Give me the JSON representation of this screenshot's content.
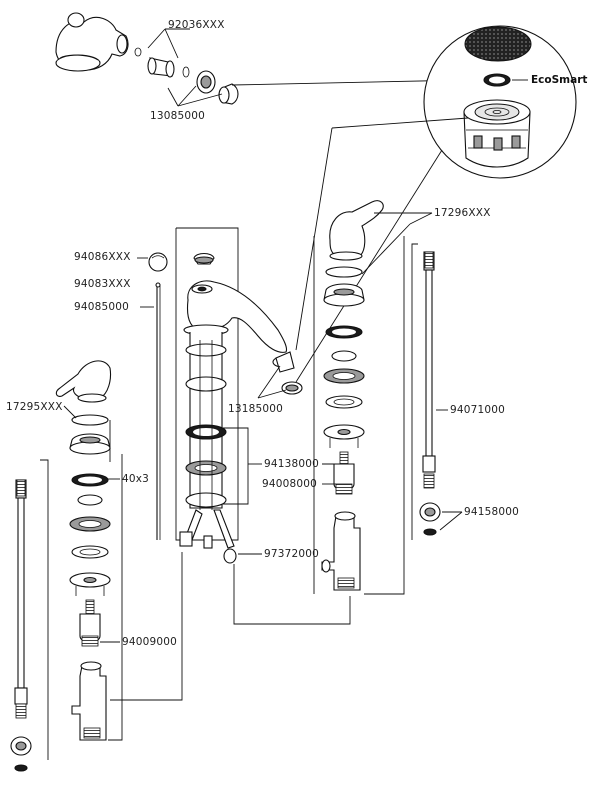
{
  "labels": {
    "spout_end": "92036XXX",
    "aerator_set": "13085000",
    "ecosmart": "EcoSmart",
    "handle_right": "17296XXX",
    "knob": "94086XXX",
    "knob_alt": "94083XXX",
    "lift_rod": "94085000",
    "aerator_body": "13185000",
    "handle_left": "17295XXX",
    "oring": "40x3",
    "hose_right": "94071000",
    "mount_set": "94138000",
    "cartridge_right": "94008000",
    "nut_set": "94158000",
    "hoses": "97372000",
    "cartridge_left": "94009000"
  }
}
